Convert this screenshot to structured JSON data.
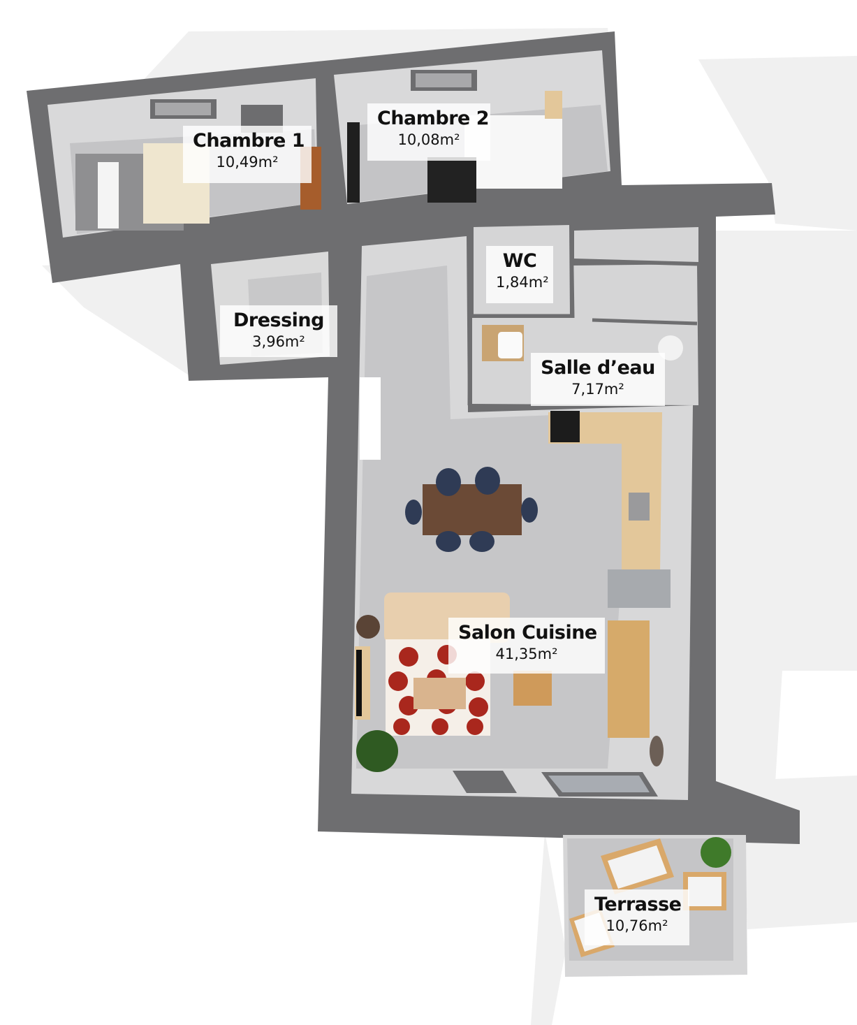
{
  "plan": {
    "colors": {
      "wall": "#6e6e70",
      "floor": "#c7c7c9",
      "room_bg": "#dcdcdd",
      "shadow": "#efefef",
      "wood": "#e3c79a",
      "label_bg": "#ffffff"
    },
    "rooms": [
      {
        "id": "chambre1",
        "name": "Chambre 1",
        "area": "10,49m²"
      },
      {
        "id": "chambre2",
        "name": "Chambre 2",
        "area": "10,08m²"
      },
      {
        "id": "dressing",
        "name": "Dressing",
        "area": "3,96m²"
      },
      {
        "id": "wc",
        "name": "WC",
        "area": "1,84m²"
      },
      {
        "id": "salle_eau",
        "name": "Salle d’eau",
        "area": "7,17m²"
      },
      {
        "id": "salon_cuisine",
        "name": "Salon Cuisine",
        "area": "41,35m²"
      },
      {
        "id": "terrasse",
        "name": "Terrasse",
        "area": "10,76m²"
      }
    ]
  }
}
